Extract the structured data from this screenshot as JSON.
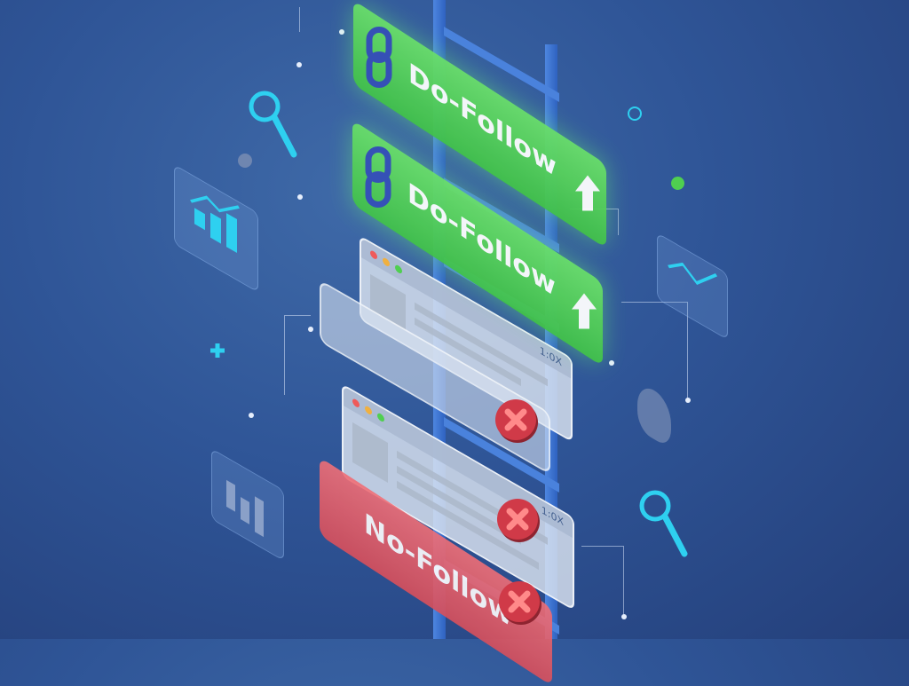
{
  "banners": [
    {
      "label": "Do-Follow",
      "icon": "chain-link-icon",
      "badge": "arrow-up-icon",
      "color": "#4fcf50"
    },
    {
      "label": "Do-Follow",
      "icon": "chain-link-icon",
      "badge": "arrow-up-icon",
      "color": "#4fcf50"
    },
    {
      "label": "No-Follow",
      "icon": "close-x-icon",
      "color": "#e0606a"
    }
  ],
  "windows": [
    {
      "corner_text": "1:0X"
    },
    {
      "corner_text": "1:0X"
    }
  ],
  "colors": {
    "background": "#2f5597",
    "ladder": "#4a82dc",
    "accent_cyan": "#2ed0f0",
    "error": "#d03a48"
  }
}
